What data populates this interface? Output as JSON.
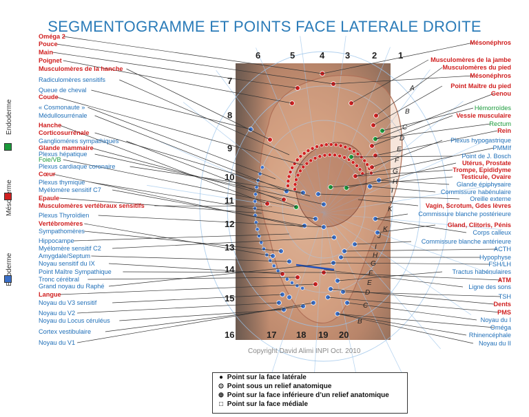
{
  "title": "SEGMENTOGRAMME  ET POINTS FACE LATERALE DROITE",
  "copyright": "Copyright David Alimi INPI Oct. 2010",
  "side_labels": [
    {
      "text": "Endoderme",
      "color": "#1a9a3a"
    },
    {
      "text": "Mésoderme",
      "color": "#d01f1f"
    },
    {
      "text": "Ectoderme",
      "color": "#3a6fc8"
    }
  ],
  "numbers_top": [
    "6",
    "5",
    "4",
    "3",
    "2",
    "1"
  ],
  "numbers_left": [
    "7",
    "8",
    "9",
    "10",
    "11",
    "12",
    "13",
    "14",
    "15"
  ],
  "numbers_bottom": [
    "16",
    "17",
    "18",
    "19",
    "20"
  ],
  "letters": [
    "A",
    "B",
    "C",
    "D",
    "E",
    "F",
    "G",
    "H",
    "I",
    "J",
    "K",
    "K",
    "J",
    "I",
    "H",
    "G",
    "F",
    "E",
    "D",
    "C",
    "B"
  ],
  "left_labels": [
    {
      "t": "Oméga 2",
      "c": "r"
    },
    {
      "t": "Pouce",
      "c": "r"
    },
    {
      "t": "Main",
      "c": "r"
    },
    {
      "t": "Poignet",
      "c": "r"
    },
    {
      "t": "Musculomères de la hanche",
      "c": "r"
    },
    {
      "t": "Radiculomères sensitifs",
      "c": "b"
    },
    {
      "t": "Queue de cheval",
      "c": "b"
    },
    {
      "t": "Coude",
      "c": "r"
    },
    {
      "t": "« Cosmonaute »",
      "c": "b"
    },
    {
      "t": "Médullosurrénale",
      "c": "b"
    },
    {
      "t": "Hanche",
      "c": "r"
    },
    {
      "t": "Corticosurrénale",
      "c": "r"
    },
    {
      "t": "Ganglioméres sympathiques",
      "c": "b"
    },
    {
      "t": "Glande mammaire",
      "c": "r"
    },
    {
      "t": "Plexus hépatique",
      "c": "b"
    },
    {
      "t": "Foie/VB",
      "c": "g"
    },
    {
      "t": "Plexus cardiaque coronaire",
      "c": "b"
    },
    {
      "t": "Cœur",
      "c": "r"
    },
    {
      "t": "Plexus thymique",
      "c": "b"
    },
    {
      "t": "Myélomère sensitif C7",
      "c": "b"
    },
    {
      "t": "Epaule",
      "c": "r"
    },
    {
      "t": "Musculomères vertébraux sensitifs",
      "c": "r"
    },
    {
      "t": "Plexus Thyroïdien",
      "c": "b"
    },
    {
      "t": "Vertébromères",
      "c": "r"
    },
    {
      "t": "Sympathomères",
      "c": "b"
    },
    {
      "t": "Hippocampe",
      "c": "b"
    },
    {
      "t": "Myélomère sensitif C2",
      "c": "b"
    },
    {
      "t": "Amygdale/Septum",
      "c": "b"
    },
    {
      "t": "Noyau sensitif du IX",
      "c": "b"
    },
    {
      "t": "Point Maître Sympathique",
      "c": "b"
    },
    {
      "t": "Tronc cérébral",
      "c": "b"
    },
    {
      "t": "Grand noyau du Raphé",
      "c": "b"
    },
    {
      "t": "Langue",
      "c": "r"
    },
    {
      "t": "Noyau  du V3 sensitif",
      "c": "b"
    },
    {
      "t": "Noyau du V2",
      "c": "b"
    },
    {
      "t": "Noyau du Locus céruléus",
      "c": "b"
    },
    {
      "t": "Cortex vestibulaire",
      "c": "b"
    },
    {
      "t": "Noyau du V1",
      "c": "b"
    }
  ],
  "right_labels": [
    {
      "t": "Mésonéphros",
      "c": "r"
    },
    {
      "t": "Musculomères de la jambe",
      "c": "r"
    },
    {
      "t": "Musculomères du pied",
      "c": "r"
    },
    {
      "t": "Mésonéphros",
      "c": "r"
    },
    {
      "t": "Point Maître du pied",
      "c": "r"
    },
    {
      "t": "Genou",
      "c": "r"
    },
    {
      "t": "Hémorroïdes",
      "c": "g"
    },
    {
      "t": "Vessie musculaire",
      "c": "r"
    },
    {
      "t": "Rectum",
      "c": "g"
    },
    {
      "t": "Rein",
      "c": "r"
    },
    {
      "t": "Plexus hypogastrique",
      "c": "b"
    },
    {
      "t": "PMMIf",
      "c": "b"
    },
    {
      "t": "Point de J. Bosch",
      "c": "b"
    },
    {
      "t": "Utérus, Prostate",
      "c": "r"
    },
    {
      "t": "Trompe, Epididyme",
      "c": "r"
    },
    {
      "t": "Testicule, Ovaire",
      "c": "r"
    },
    {
      "t": "Glande épiphysaire",
      "c": "b"
    },
    {
      "t": "Commissure habénulaire",
      "c": "b"
    },
    {
      "t": "Oreille externe",
      "c": "b"
    },
    {
      "t": "Vagin, Scrotum, Gdes lèvres",
      "c": "r"
    },
    {
      "t": "Commissure blanche postérieure",
      "c": "b"
    },
    {
      "t": "Gland, Clitoris, Pénis",
      "c": "r"
    },
    {
      "t": "Corps calleux",
      "c": "b"
    },
    {
      "t": "Commissure blanche antérieure",
      "c": "b"
    },
    {
      "t": "ACTH",
      "c": "b"
    },
    {
      "t": "Hypophyse",
      "c": "b"
    },
    {
      "t": "FSH/LH",
      "c": "b"
    },
    {
      "t": "Tractus habénulaires",
      "c": "b"
    },
    {
      "t": "ATM",
      "c": "r"
    },
    {
      "t": "Ligne des sons",
      "c": "b"
    },
    {
      "t": "TSH",
      "c": "b"
    },
    {
      "t": "Dents",
      "c": "r"
    },
    {
      "t": "PMS",
      "c": "r"
    },
    {
      "t": "Noyau du I",
      "c": "b"
    },
    {
      "t": "Oméga",
      "c": "b"
    },
    {
      "t": "Rhinencéphale",
      "c": "b"
    },
    {
      "t": "Noyau du II",
      "c": "b"
    }
  ],
  "legend": [
    {
      "sym": "●",
      "t": "Point sur la face latérale"
    },
    {
      "sym": "⊙",
      "t": "Point sous un relief anatomique"
    },
    {
      "sym": "⊕",
      "t": "Point sur la face inférieure d’un relief anatomique"
    },
    {
      "sym": "□",
      "t": "Point sur la face médiale"
    }
  ],
  "colors": {
    "title": "#2a7bb8",
    "red": "#d01f1f",
    "blue": "#1f6fb8",
    "green": "#1a9a3a"
  }
}
